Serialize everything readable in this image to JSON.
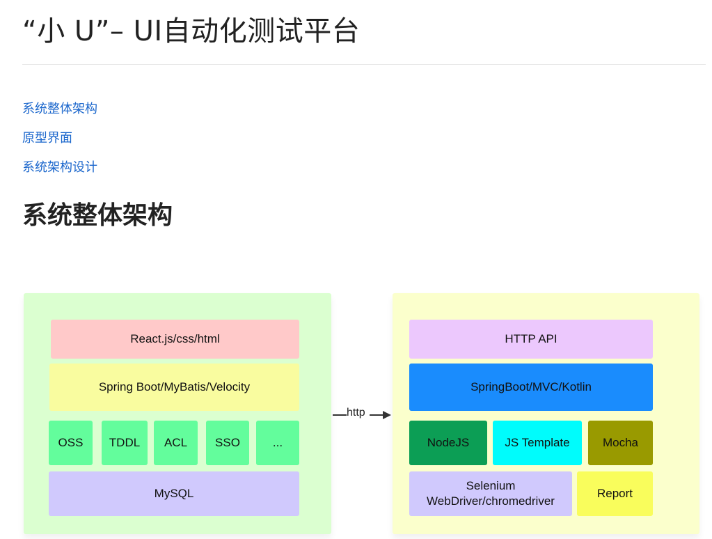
{
  "page": {
    "title": "“小 U”– UI自动化测试平台",
    "toc": [
      {
        "label": "系统整体架构"
      },
      {
        "label": "原型界面"
      },
      {
        "label": "系统架构设计"
      }
    ],
    "section_heading": "系统整体架构"
  },
  "diagram": {
    "connector_label": "http",
    "left_panel": {
      "color": "#dbffd0",
      "layers": {
        "frontend": {
          "label": "React.js/css/html",
          "color": "#ffc9c9"
        },
        "backend": {
          "label": "Spring Boot/MyBatis/Velocity",
          "color": "#f9fc9f"
        },
        "services": [
          {
            "label": "OSS",
            "color": "#63fd9c"
          },
          {
            "label": "TDDL",
            "color": "#63fd9c"
          },
          {
            "label": "ACL",
            "color": "#63fd9c"
          },
          {
            "label": "SSO",
            "color": "#63fd9c"
          },
          {
            "label": "...",
            "color": "#63fd9c"
          }
        ],
        "database": {
          "label": "MySQL",
          "color": "#d0c9fd"
        }
      }
    },
    "right_panel": {
      "color": "#fbffcc",
      "layers": {
        "api": {
          "label": "HTTP API",
          "color": "#ecc8fd"
        },
        "server": {
          "label": "SpringBoot/MVC/Kotlin",
          "color": "#1a8cfd"
        },
        "runtime": [
          {
            "label": "NodeJS",
            "color": "#0c9e55"
          },
          {
            "label": "JS Template",
            "color": "#00fcfc"
          },
          {
            "label": "Mocha",
            "color": "#999a00"
          }
        ],
        "driver": {
          "label": "Selenium WebDriver/chromedriver",
          "color": "#d0c9fd"
        },
        "report": {
          "label": "Report",
          "color": "#f9fd5c"
        }
      }
    }
  }
}
